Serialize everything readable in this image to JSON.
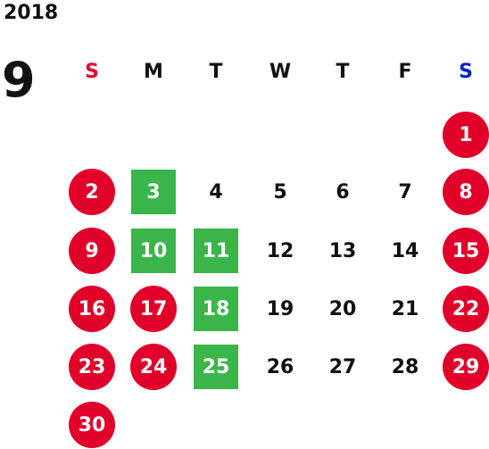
{
  "calendar": {
    "year": "2018",
    "month": "9",
    "colors": {
      "sunday_header": "#e0002a",
      "saturday_header": "#0022cc",
      "weekday_header": "#111111",
      "holiday_red": "#e0002a",
      "highlight_green": "#3ab54a"
    },
    "weekdays": [
      "S",
      "M",
      "T",
      "W",
      "T",
      "F",
      "S"
    ],
    "weeks": [
      [
        null,
        null,
        null,
        null,
        null,
        null,
        {
          "d": "1",
          "s": "red"
        }
      ],
      [
        {
          "d": "2",
          "s": "red"
        },
        {
          "d": "3",
          "s": "green"
        },
        {
          "d": "4"
        },
        {
          "d": "5"
        },
        {
          "d": "6"
        },
        {
          "d": "7"
        },
        {
          "d": "8",
          "s": "red"
        }
      ],
      [
        {
          "d": "9",
          "s": "red"
        },
        {
          "d": "10",
          "s": "green"
        },
        {
          "d": "11",
          "s": "green"
        },
        {
          "d": "12"
        },
        {
          "d": "13"
        },
        {
          "d": "14"
        },
        {
          "d": "15",
          "s": "red"
        }
      ],
      [
        {
          "d": "16",
          "s": "red"
        },
        {
          "d": "17",
          "s": "red"
        },
        {
          "d": "18",
          "s": "green"
        },
        {
          "d": "19"
        },
        {
          "d": "20"
        },
        {
          "d": "21"
        },
        {
          "d": "22",
          "s": "red"
        }
      ],
      [
        {
          "d": "23",
          "s": "red"
        },
        {
          "d": "24",
          "s": "red"
        },
        {
          "d": "25",
          "s": "green"
        },
        {
          "d": "26"
        },
        {
          "d": "27"
        },
        {
          "d": "28"
        },
        {
          "d": "29",
          "s": "red"
        }
      ],
      [
        {
          "d": "30",
          "s": "red"
        },
        null,
        null,
        null,
        null,
        null,
        null
      ]
    ]
  }
}
